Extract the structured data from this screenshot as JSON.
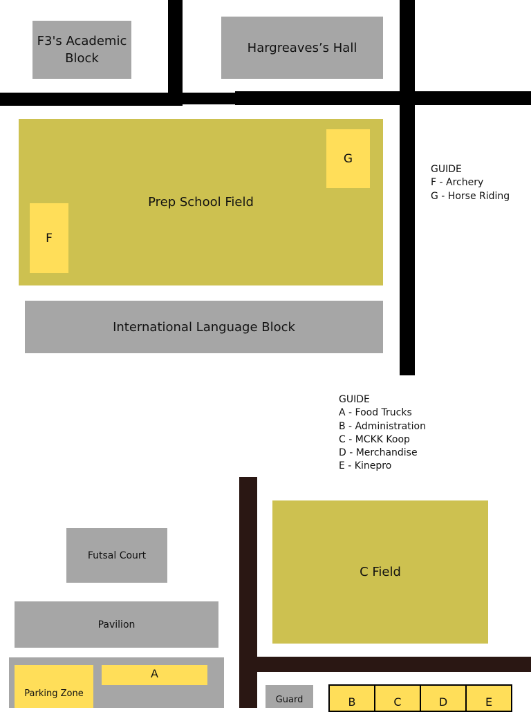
{
  "buildings": {
    "f3_block": "F3's Academic Block",
    "hargreaves": "Hargreaves’s Hall",
    "international": "International Language Block",
    "futsal": "Futsal Court",
    "pavilion": "Pavilion",
    "guard": "Guard"
  },
  "fields": {
    "prep_school": "Prep School Field",
    "c_field": "C Field"
  },
  "zones": {
    "f": "F",
    "g": "G",
    "a": "A",
    "parking": "Parking Zone"
  },
  "booths": [
    "B",
    "C",
    "D",
    "E"
  ],
  "guide_top": {
    "heading": "GUIDE",
    "items": [
      "F - Archery",
      "G - Horse Riding"
    ]
  },
  "guide_bottom": {
    "heading": "GUIDE",
    "items": [
      "A - Food Trucks",
      "B - Administration",
      "C - MCKK Koop",
      "D - Merchandise",
      "E - Kinepro"
    ]
  },
  "colors": {
    "road": "#000000",
    "road_lower": "#2a1713",
    "building": "#a6a6a6",
    "field": "#cdc150",
    "zone": "#ffde59"
  }
}
